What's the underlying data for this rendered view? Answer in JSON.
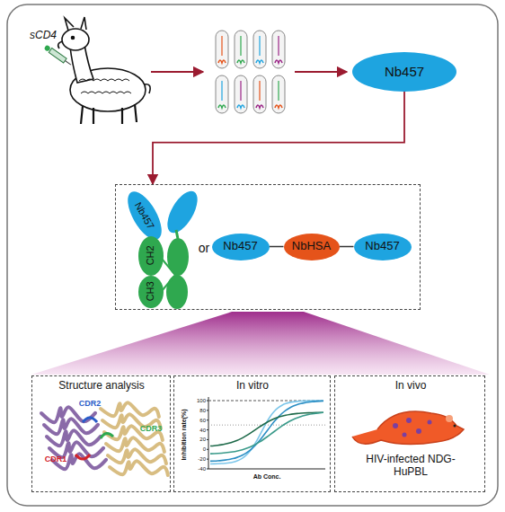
{
  "diagram": {
    "nodes": [
      {
        "text": [
          "Nb457"
        ]
      },
      {
        "text": [
          "or"
        ]
      },
      {
        "text": [
          "Nb457"
        ],
        "in": 1
      },
      {
        "text": [
          "CH2"
        ],
        "in": 1
      },
      {
        "text": [
          "CH3"
        ],
        "in": 1
      },
      {
        "text": [
          "Nb457"
        ],
        "in": 1
      },
      {
        "text": [
          "NbHSA"
        ],
        "in": 1
      },
      {
        "text": [
          "Nb457"
        ],
        "in": 1
      },
      {
        "text": [
          "Structure analysis"
        ]
      },
      {
        "text": [
          "In vitro"
        ]
      },
      {
        "text": [
          "In vivo",
          "HIV-infected NDG-HuPBL"
        ]
      }
    ],
    "edges": [
      {
        "from": 0,
        "to": 1,
        "arrow": "to"
      },
      {
        "from": 5,
        "to": 6,
        "arrow": "none"
      },
      {
        "from": 6,
        "to": 7,
        "arrow": "none"
      }
    ],
    "labels": [
      "sCD4",
      "CDR2",
      "CDR1",
      "CDR3",
      "100",
      "80",
      "60",
      "40",
      "20",
      "0",
      "-20",
      "-40",
      "Inhibition rate(%)",
      "Ab Conc."
    ]
  }
}
